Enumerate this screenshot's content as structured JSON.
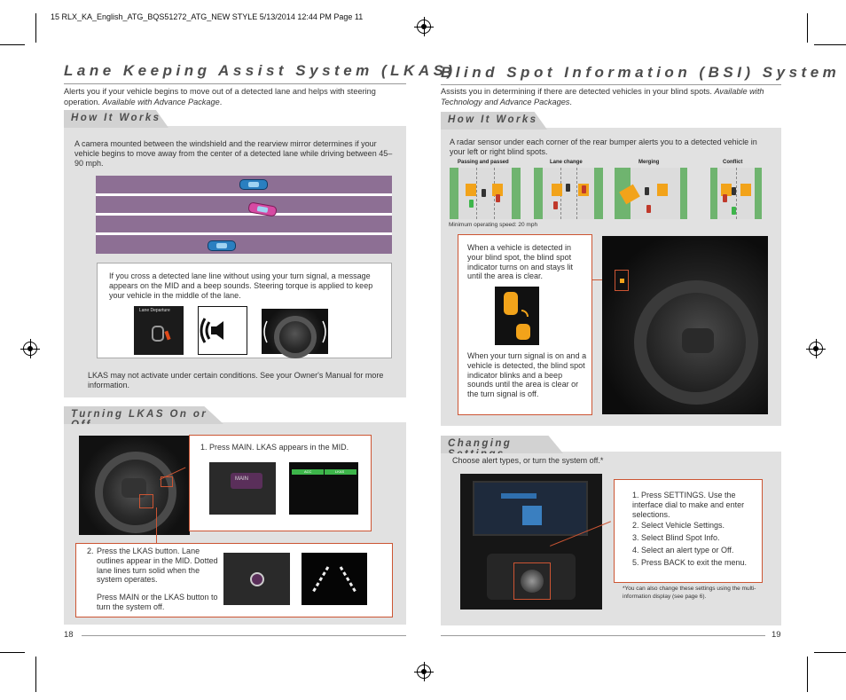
{
  "slug": "15 RLX_KA_English_ATG_BQS51272_ATG_NEW STYLE  5/13/2014  12:44 PM  Page 11",
  "left": {
    "title": "Lane Keeping Assist System (LKAS)",
    "intro": "Alerts you if your vehicle begins to move out of a detected lane and helps with steering operation.",
    "intro_italic": "Available with Advance Package",
    "how": {
      "heading": "How It Works",
      "text": "A camera mounted between the windshield and the rearview mirror determines if your vehicle begins to move away from the center of a detected lane while driving between 45–90 mph.",
      "cross_text": "If you cross a detected lane line without using your turn signal, a message appears on the MID and a beep sounds. Steering torque is applied to keep your vehicle in the middle of the lane.",
      "mid_label": "Lane Departure",
      "note": "LKAS may not activate under certain conditions. See your Owner's Manual for more information."
    },
    "turning": {
      "heading": "Turning LKAS On or Off",
      "step1": "1. Press MAIN. LKAS appears in the MID.",
      "step2_num": "2.",
      "step2": "Press the LKAS button. Lane outlines appear in the MID. Dotted lane lines turn solid when the system operates.",
      "step2b": "Press MAIN or the LKAS button to turn the system off.",
      "mid_tag_acc": "ACC",
      "mid_tag_lkas": "LKAS",
      "main_label": "MAIN"
    },
    "page_number": "18"
  },
  "right": {
    "title": "Blind Spot Information (BSI) System",
    "intro": "Assists you in determining if there are detected vehicles in your blind spots.",
    "intro_italic": "Available with Technology and Advance Packages",
    "how": {
      "heading": "How It Works",
      "text": "A radar sensor under each corner of the rear bumper alerts you to a detected vehicle in your left or right blind spots.",
      "scenes": [
        "Passing and passed",
        "Lane change",
        "Merging",
        "Conflict"
      ],
      "min_speed": "Minimum operating speed: 20 mph",
      "detected_text": "When a vehicle is detected in your blind spot, the blind spot indicator turns on and stays lit until the area is clear.",
      "signal_text": "When your turn signal is on and a vehicle is detected, the blind spot indicator blinks and a beep sounds until the area is clear or the turn signal is off."
    },
    "changing": {
      "heading": "Changing Settings",
      "text": "Choose alert types, or turn the system off.*",
      "steps": [
        "1. Press SETTINGS. Use the interface dial to make and enter selections.",
        "2. Select Vehicle Settings.",
        "3. Select Blind Spot Info.",
        "4. Select an alert type or Off.",
        "5. Press BACK to exit the menu."
      ],
      "footnote": "*You can also change these settings using the multi-information display (see page 6)."
    },
    "page_number": "19"
  },
  "colors": {
    "panel": "#e1e1e1",
    "tab": "#d2d2d2",
    "road": "#8d6f94",
    "callout_border": "#cc5533",
    "zone": "#f2a31a",
    "grass": "#6fb46f",
    "lkas_green": "#3db54a"
  }
}
